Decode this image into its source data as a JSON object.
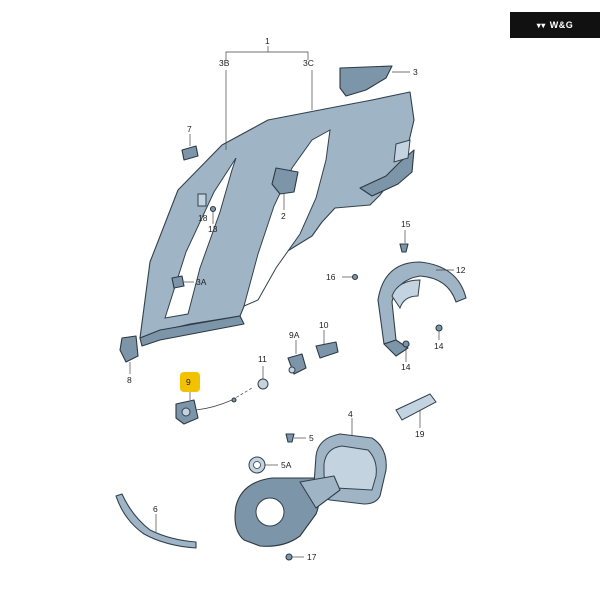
{
  "brand": {
    "text": "W&G",
    "color": "#111111",
    "logo_icon": "wheel-logo-icon"
  },
  "highlight_color": "#f2c200",
  "part_color": "#9fb5c6",
  "callouts": {
    "c1": "1",
    "c3B": "3B",
    "c3C": "3C",
    "c3": "3",
    "c7": "7",
    "c2": "2",
    "c18": "18",
    "c13": "13",
    "c3A": "3A",
    "c8": "8",
    "c15": "15",
    "c12": "12",
    "c16": "16",
    "c14a": "14",
    "c14b": "14",
    "c9A": "9A",
    "c10": "10",
    "c11": "11",
    "c9": "9",
    "c4": "4",
    "c5": "5",
    "c5A": "5A",
    "c19": "19",
    "c6": "6",
    "c17": "17"
  }
}
